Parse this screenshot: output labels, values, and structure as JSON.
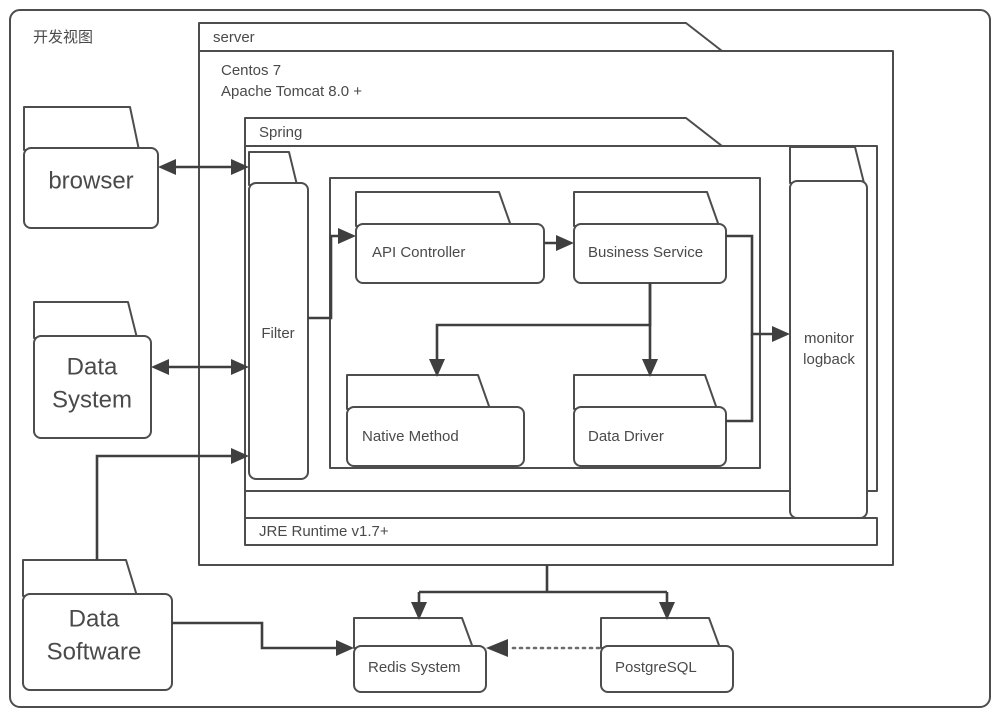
{
  "diagram": {
    "title": "开发视图",
    "containers": {
      "server": {
        "label": "server",
        "lines": [
          "Centos 7",
          "Apache Tomcat 8.0 +"
        ]
      },
      "spring": {
        "label": "Spring"
      },
      "jre": {
        "label": "JRE Runtime v1.7+"
      }
    },
    "nodes": {
      "browser": {
        "label": "browser"
      },
      "data_system": {
        "line1": "Data",
        "line2": "System"
      },
      "data_software": {
        "line1": "Data",
        "line2": "Software"
      },
      "filter": {
        "label": "Filter"
      },
      "api_controller": {
        "label": "API Controller"
      },
      "business_service": {
        "label": "Business Service"
      },
      "native_method": {
        "label": "Native Method"
      },
      "data_driver": {
        "label": "Data Driver"
      },
      "monitor": {
        "line1": "monitor",
        "line2": "logback"
      },
      "redis": {
        "label": "Redis System"
      },
      "postgres": {
        "label": "PostgreSQL"
      }
    },
    "colors": {
      "stroke": "#4d4d4d",
      "connector": "#3f3f3f",
      "text": "#4a4a4a",
      "background": "#ffffff"
    }
  }
}
